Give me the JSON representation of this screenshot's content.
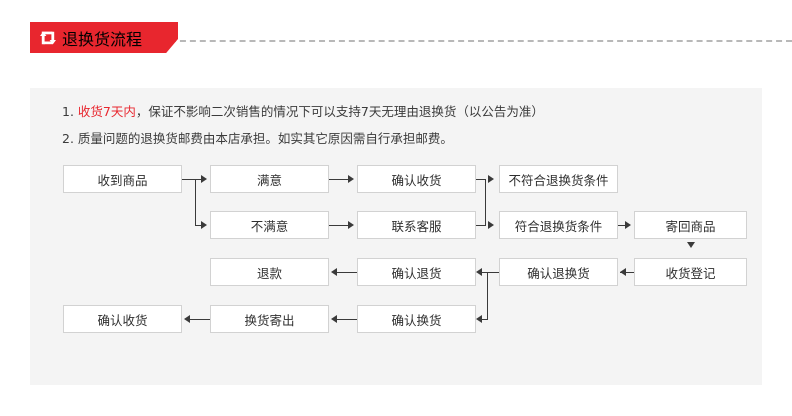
{
  "banner": {
    "title": "退换货流程",
    "icon": "exchange-arrows-icon",
    "color": "#e8262e"
  },
  "policy": {
    "item1": {
      "number": "1.",
      "highlight": "收货7天内",
      "rest": "，保证不影响二次销售的情况下可以支持7天无理由退换货（以公告为准）",
      "highlight_color": "#e8262e"
    },
    "item2": {
      "number": "2.",
      "text": "质量问题的退换货邮费由本店承担。如实其它原因需自行承担邮费。"
    }
  },
  "flowchart": {
    "nodes": {
      "received_goods": "收到商品",
      "satisfied": "满意",
      "confirm_receipt": "确认收货",
      "not_eligible": "不符合退换货条件",
      "not_satisfied": "不满意",
      "contact_service": "联系客服",
      "eligible": "符合退换货条件",
      "send_back": "寄回商品",
      "refund": "退款",
      "confirm_return": "确认退货",
      "confirm_exchange_return": "确认退换货",
      "receipt_registration": "收货登记",
      "confirm_receipt2": "确认收货",
      "exchange_shipped": "换货寄出",
      "confirm_exchange": "确认换货"
    }
  }
}
